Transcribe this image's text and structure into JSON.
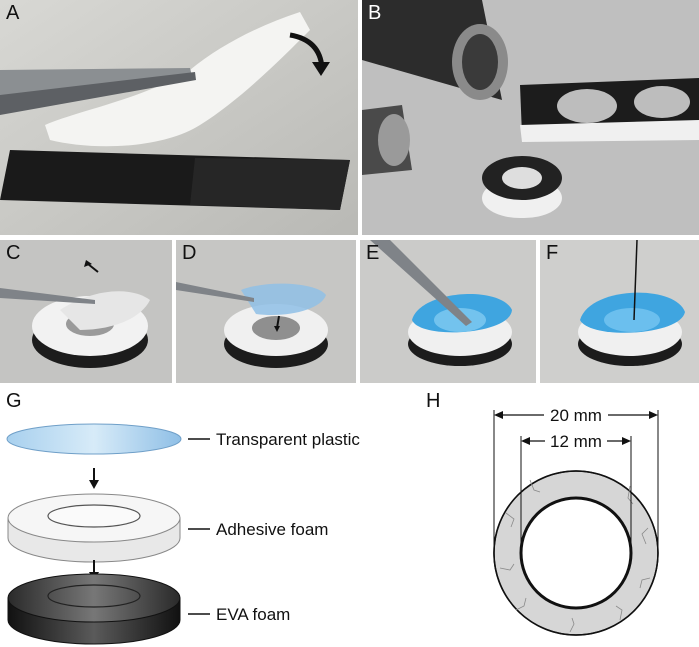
{
  "panels": {
    "a": {
      "label": "A"
    },
    "b": {
      "label": "B"
    },
    "c": {
      "label": "C"
    },
    "d": {
      "label": "D"
    },
    "e": {
      "label": "E"
    },
    "f": {
      "label": "F"
    },
    "g": {
      "label": "G",
      "layers": [
        "Transparent plastic",
        "Adhesive foam",
        "EVA foam"
      ]
    },
    "h": {
      "label": "H",
      "outer_dimension": "20 mm",
      "inner_dimension": "12 mm"
    }
  },
  "colors": {
    "plastic": "#9cc6e8",
    "adhesive": "#efefef",
    "eva": "#1c1c1c",
    "ring": "#d6d6d6",
    "photo_bg": "#c8c8c8"
  }
}
